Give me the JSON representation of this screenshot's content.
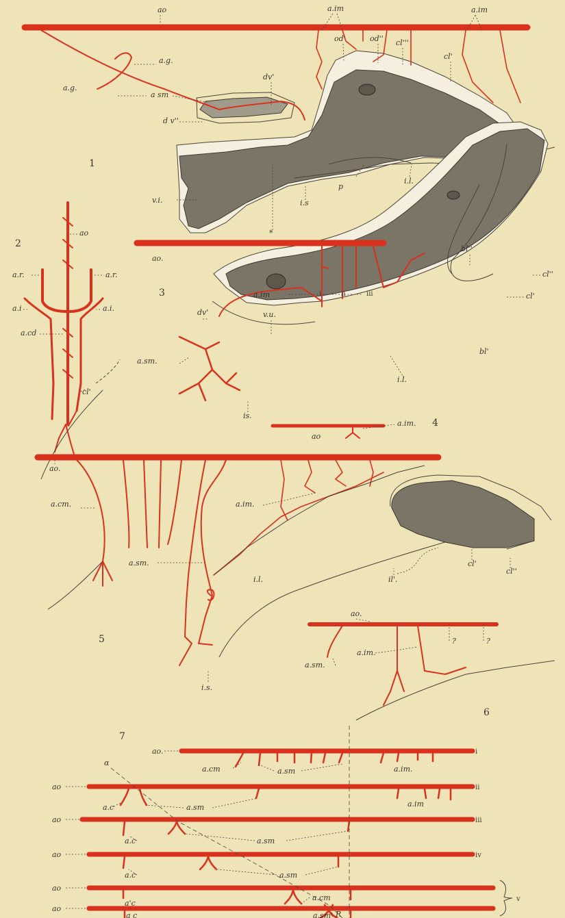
{
  "plate": {
    "figures": [
      {
        "number": "1",
        "labels": [
          "ao",
          "a.im",
          "a.im",
          "a.g.",
          "a.g.",
          "a sm",
          "od'",
          "od''",
          "cl'''",
          "cl'",
          "dv'",
          "d v''",
          "v.i.",
          "i.s",
          "p",
          "i.l.",
          "*"
        ]
      },
      {
        "number": "2",
        "labels": [
          "ao",
          "a.r.",
          "a.r.",
          "a.i",
          "a.i.",
          "a.cd",
          "cl'"
        ]
      },
      {
        "number": "3",
        "labels": [
          "ao.",
          "a.im",
          "i",
          "ii",
          "iii",
          "bl''",
          "cl''",
          "cl'",
          "bl'",
          "dv'",
          "v.u.",
          "a.sm.",
          "i.l.",
          "is."
        ]
      },
      {
        "number": "4",
        "labels": [
          "ao",
          "a.im."
        ]
      },
      {
        "number": "5",
        "labels": [
          "ao.",
          "a.cm.",
          "a.im.",
          "a.sm.",
          "i.l.",
          "i.s."
        ]
      },
      {
        "number": "6",
        "labels": [
          "ao.",
          "a.sm.",
          "a.im.",
          "?",
          "?",
          "il'.",
          "cl'",
          "cl''"
        ]
      },
      {
        "number": "7",
        "labels": [
          "ao.",
          "a.cm",
          "a.sm",
          "a.im.",
          "α",
          "ao",
          "a.c",
          "a.sm",
          "a.im",
          "ao",
          "a.c",
          "a.sm",
          "ao",
          "a.c",
          "a.sm",
          "ao",
          "a'c",
          "a.cm",
          "ao",
          "a c",
          "a.sm'",
          "R",
          "i",
          "ii",
          "iii",
          "iv",
          "v"
        ]
      }
    ]
  }
}
